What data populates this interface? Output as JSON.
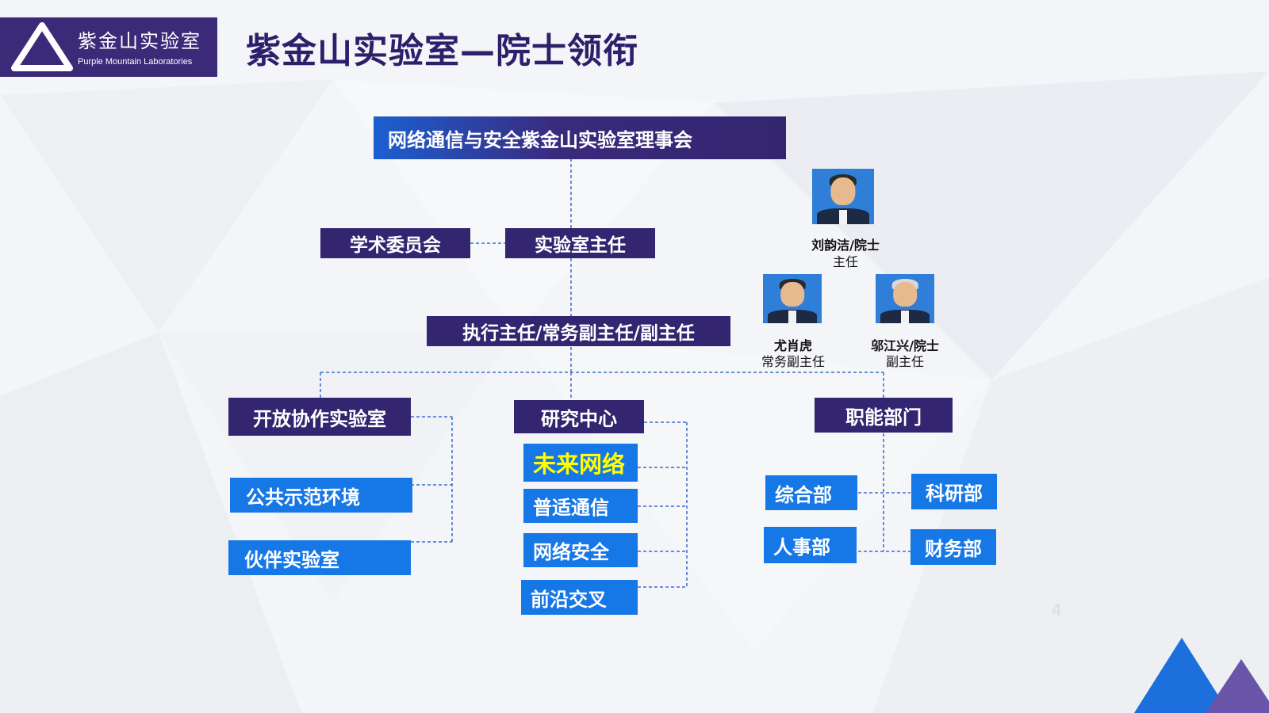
{
  "logo": {
    "cn_text": "紫金山实验室",
    "en_text": "Purple Mountain Laboratories"
  },
  "title": "紫金山实验室—院士领衔",
  "org": {
    "board": "网络通信与安全紫金山实验室理事会",
    "academic_committee": "学术委员会",
    "director": "实验室主任",
    "executive": "执行主任/常务副主任/副主任",
    "open_lab": "开放协作实验室",
    "public_demo": "公共示范环境",
    "partner_lab": "伙伴实验室",
    "research_center": "研究中心",
    "future_network": "未来网络",
    "ubiquitous_comm": "普适通信",
    "network_security": "网络安全",
    "frontier": "前沿交叉",
    "functional_dept": "职能部门",
    "general_dept": "综合部",
    "research_dept": "科研部",
    "hr_dept": "人事部",
    "finance_dept": "财务部"
  },
  "people": [
    {
      "name": "刘韵洁/院士",
      "role": "主任"
    },
    {
      "name": "尤肖虎",
      "role": "常务副主任"
    },
    {
      "name": "邬江兴/院士",
      "role": "副主任"
    }
  ],
  "page_number": "4",
  "colors": {
    "purple": "#33256f",
    "blue": "#1677e6",
    "highlight_text": "#ffff00",
    "title": "#2e1f6b"
  }
}
